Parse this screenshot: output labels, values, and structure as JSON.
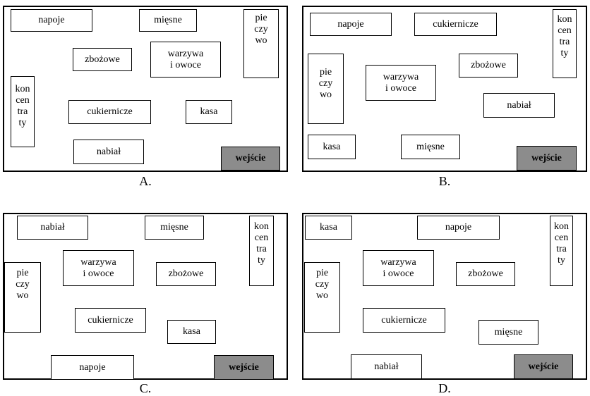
{
  "panels": [
    {
      "caption": "A.",
      "boxes": {
        "napoje": "napoje",
        "miesne": "mięsne",
        "pieczywo": "pie\nczy\nwo",
        "zbozowe": "zbożowe",
        "warzywa": "warzywa\ni owoce",
        "koncentraty": "kon\ncen\ntra\nty",
        "cukiernicze": "cukiernicze",
        "kasa": "kasa",
        "nabial": "nabiał",
        "wejscie": "wejście"
      }
    },
    {
      "caption": "B.",
      "boxes": {
        "napoje": "napoje",
        "cukiernicze": "cukiernicze",
        "koncentraty": "kon\ncen\ntra\nty",
        "pieczywo": "pie\nczy\nwo",
        "warzywa": "warzywa\ni owoce",
        "zbozowe": "zbożowe",
        "nabial": "nabiał",
        "kasa": "kasa",
        "miesne": "mięsne",
        "wejscie": "wejście"
      }
    },
    {
      "caption": "C.",
      "boxes": {
        "nabial": "nabiał",
        "miesne": "mięsne",
        "koncentraty": "kon\ncen\ntra\nty",
        "warzywa": "warzywa\ni owoce",
        "zbozowe": "zbożowe",
        "pieczywo": "pie\nczy\nwo",
        "cukiernicze": "cukiernicze",
        "kasa": "kasa",
        "napoje": "napoje",
        "wejscie": "wejście"
      }
    },
    {
      "caption": "D.",
      "boxes": {
        "kasa": "kasa",
        "napoje": "napoje",
        "koncentraty": "kon\ncen\ntra\nty",
        "warzywa": "warzywa\ni owoce",
        "zbozowe": "zbożowe",
        "pieczywo": "pie\nczy\nwo",
        "cukiernicze": "cukiernicze",
        "miesne": "mięsne",
        "nabial": "nabiał",
        "wejscie": "wejście"
      }
    }
  ]
}
